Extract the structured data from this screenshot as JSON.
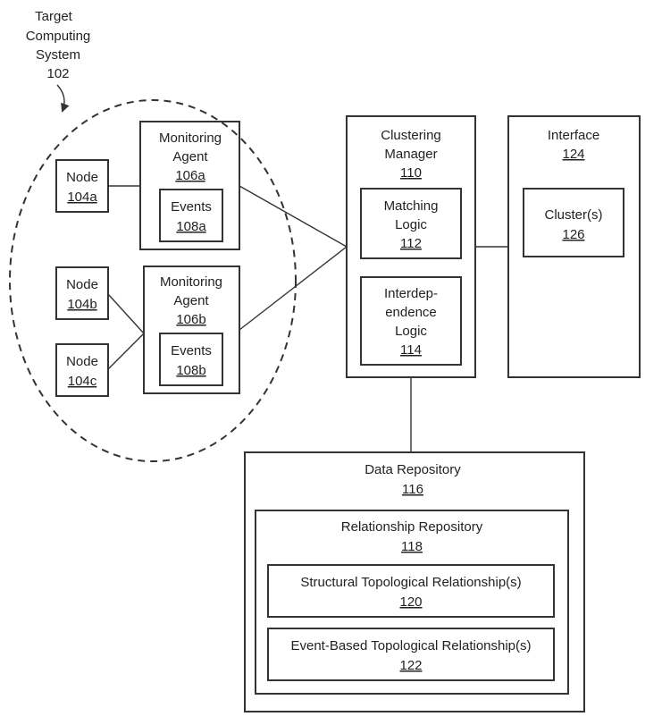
{
  "target_system": {
    "line1": "Target",
    "line2": "Computing",
    "line3": "System",
    "ref": "102"
  },
  "node_a": {
    "label": "Node",
    "ref": "104a"
  },
  "node_b": {
    "label": "Node",
    "ref": "104b"
  },
  "node_c": {
    "label": "Node",
    "ref": "104c"
  },
  "agent_a": {
    "line1": "Monitoring",
    "line2": "Agent",
    "ref": "106a",
    "events": {
      "label": "Events",
      "ref": "108a"
    }
  },
  "agent_b": {
    "line1": "Monitoring",
    "line2": "Agent",
    "ref": "106b",
    "events": {
      "label": "Events",
      "ref": "108b"
    }
  },
  "clustering_manager": {
    "line1": "Clustering",
    "line2": "Manager",
    "ref": "110",
    "matching_logic": {
      "line1": "Matching",
      "line2": "Logic",
      "ref": "112"
    },
    "interdependence_logic": {
      "line1": "Interdep-",
      "line2": "endence",
      "line3": "Logic",
      "ref": "114"
    }
  },
  "interface": {
    "label": "Interface",
    "ref": "124",
    "clusters": {
      "label": "Cluster(s)",
      "ref": "126"
    }
  },
  "data_repository": {
    "label": "Data Repository",
    "ref": "116",
    "relationship_repository": {
      "label": "Relationship Repository",
      "ref": "118",
      "structural": {
        "label": "Structural Topological Relationship(s)",
        "ref": "120"
      },
      "event_based": {
        "label": "Event-Based Topological Relationship(s)",
        "ref": "122"
      }
    }
  }
}
